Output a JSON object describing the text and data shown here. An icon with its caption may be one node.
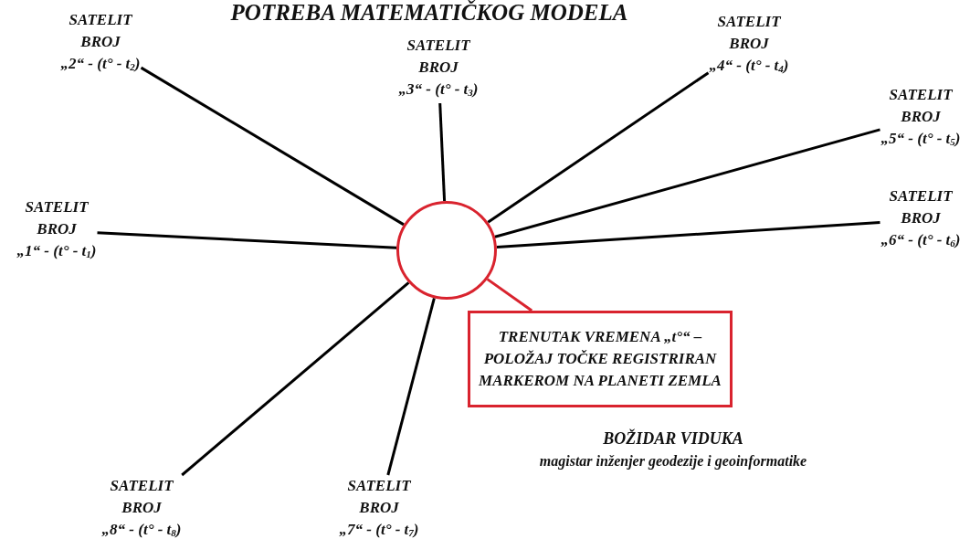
{
  "diagram": {
    "title": "POTREBA MATEMATIČKOG MODELA",
    "nodes": [
      {
        "text": [
          "SATELIT BROJ",
          "„2“ - (t° - t$_{2}$)"
        ]
      },
      {
        "text": [
          "SATELIT BROJ",
          "„3“ - (t° - t$_{3}$)"
        ]
      },
      {
        "text": [
          "SATELIT BROJ",
          "„4“ - (t° - t$_{4}$)"
        ]
      },
      {
        "text": [
          "SATELIT BROJ",
          "„5“ - (t° - t$_{5}$)"
        ]
      },
      {
        "text": [
          "SATELIT BROJ",
          "„1“ - (t° - t$_{1}$)"
        ]
      },
      {
        "text": [
          "SATELIT BROJ",
          "„6“ - (t° - t$_{6}$)"
        ]
      },
      {
        "text": [],
        "shape": "circle"
      },
      {
        "text": [
          "TRENUTAK VREMENA „t°“ – POLOŽAJ TOČKE REGISTRIRAN MARKEROM NA PLANETI ZEMLA"
        ]
      },
      {
        "text": [
          "SATELIT BROJ",
          "„8“ - (t° - t$_{8}$)"
        ]
      },
      {
        "text": [
          "SATELIT BROJ",
          "„7“ - (t° - t$_{7}$)"
        ]
      }
    ],
    "edges": [
      {
        "from": 0,
        "to": 6,
        "arrow": "none"
      },
      {
        "from": 1,
        "to": 6,
        "arrow": "none"
      },
      {
        "from": 2,
        "to": 6,
        "arrow": "none"
      },
      {
        "from": 3,
        "to": 6,
        "arrow": "none"
      },
      {
        "from": 4,
        "to": 6,
        "arrow": "none"
      },
      {
        "from": 5,
        "to": 6,
        "arrow": "none"
      },
      {
        "from": 7,
        "to": 6,
        "arrow": "none",
        "color": "#d9232e"
      },
      {
        "from": 8,
        "to": 6,
        "arrow": "none"
      },
      {
        "from": 9,
        "to": 6,
        "arrow": "none"
      }
    ],
    "labels": [
      "BOŽIDAR VIDUKA",
      "magistar inženjer geodezije i geoinformatike"
    ]
  }
}
